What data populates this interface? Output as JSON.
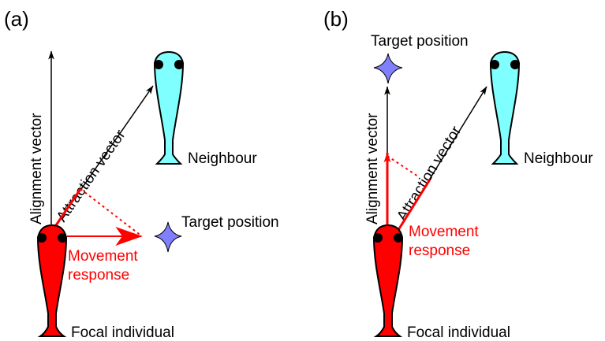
{
  "panels": [
    {
      "label": "(a)",
      "alignment_vector": "Alignment vector",
      "attraction_vector": "Attraction vector",
      "neighbour": "Neighbour",
      "target_position": "Target position",
      "movement_response_line1": "Movement",
      "movement_response_line2": "response",
      "focal_individual": "Focal individual"
    },
    {
      "label": "(b)",
      "alignment_vector": "Alignment vector",
      "attraction_vector": "Attraction vector",
      "neighbour": "Neighbour",
      "target_position": "Target position",
      "movement_response_line1": "Movement",
      "movement_response_line2": "response",
      "focal_individual": "Focal individual"
    }
  ],
  "colors": {
    "focal_fill": "#ff0000",
    "neighbour_fill": "#7fffff",
    "target_fill": "#8080ff",
    "response": "#ff0000",
    "vector": "#000000"
  }
}
